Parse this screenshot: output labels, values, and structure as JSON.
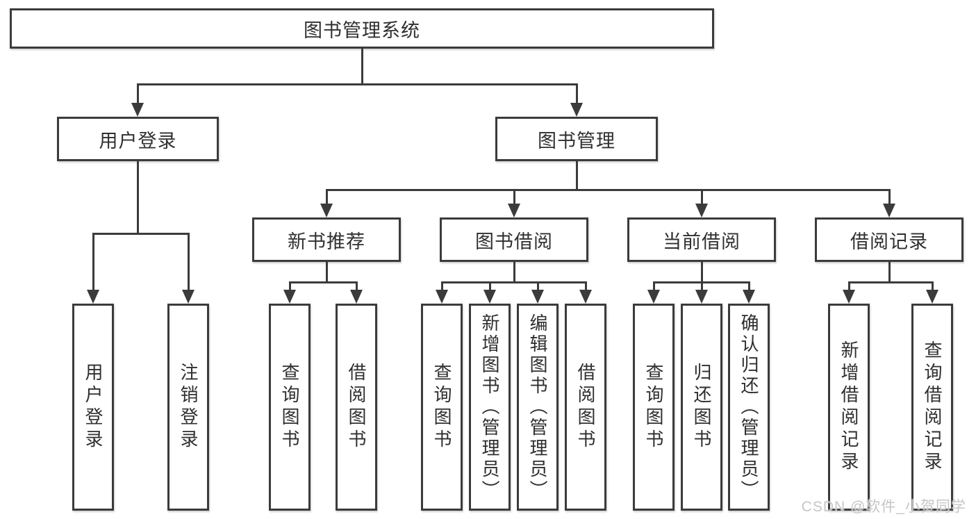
{
  "root": {
    "label": "图书管理系统"
  },
  "user_login": {
    "label": "用户登录",
    "children": {
      "login": "用户登录",
      "logout": "注销登录"
    }
  },
  "book_mgmt": {
    "label": "图书管理",
    "new_books": {
      "label": "新书推荐",
      "children": {
        "query": "查询图书",
        "borrow": "借阅图书"
      }
    },
    "borrowing": {
      "label": "图书借阅",
      "children": {
        "query": "查询图书",
        "add": "新增图书（管理员）",
        "edit": "编辑图书（管理员）",
        "borrow": "借阅图书"
      }
    },
    "current": {
      "label": "当前借阅",
      "children": {
        "query": "查询图书",
        "return": "归还图书",
        "confirm": "确认归还（管理员）"
      }
    },
    "records": {
      "label": "借阅记录",
      "children": {
        "add": "新增借阅记录",
        "query": "查询借阅记录"
      }
    }
  },
  "watermark": "CSDN @软件_小贺同学",
  "colors": {
    "line": "#3b3b3b",
    "text": "#2f2f2f",
    "watermark": "#c6c6c6",
    "background": "#ffffff"
  }
}
